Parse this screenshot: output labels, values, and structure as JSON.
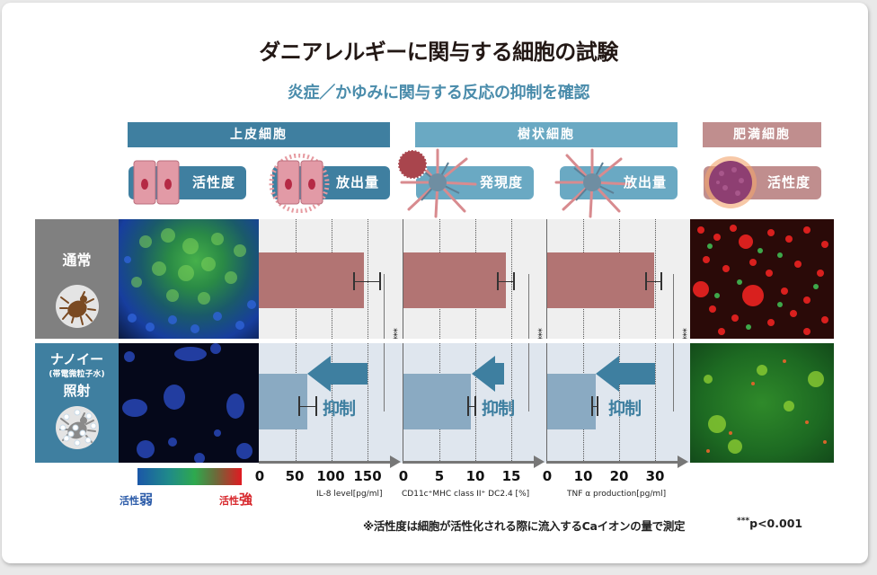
{
  "title": "ダニアレルギーに関与する細胞の試験",
  "subtitle": "炎症／かゆみに関与する反応の抑制を確認",
  "groups": [
    {
      "label": "上皮細胞",
      "color": "#3f7fa0"
    },
    {
      "label": "樹状細胞",
      "color": "#6aa9c3"
    },
    {
      "label": "肥満細胞",
      "color": "#c08e8e"
    }
  ],
  "pills": [
    {
      "label": "活性度",
      "group": "上皮細胞",
      "icon": "epithelial-cell-icon"
    },
    {
      "label": "放出量",
      "group": "上皮細胞",
      "icon": "epithelial-cell-release-icon"
    },
    {
      "label": "発現度",
      "group": "樹状細胞",
      "icon": "dendritic-cell-expression-icon"
    },
    {
      "label": "放出量",
      "group": "樹状細胞",
      "icon": "dendritic-cell-release-icon"
    },
    {
      "label": "活性度",
      "group": "肥満細胞",
      "icon": "mast-cell-icon"
    }
  ],
  "rows": {
    "normal": {
      "label": "通常",
      "icon": "mite-icon",
      "bg": "#808080"
    },
    "nanoe": {
      "label_main": "ナノイー",
      "label_sub": "(帯電微粒子水)",
      "label_bottom": "照射",
      "icon": "mite-with-particles-icon",
      "bg": "#3f7fa0"
    }
  },
  "suppression_label": "抑制",
  "significance": "***",
  "legend": {
    "weak_prefix": "活性",
    "weak": "弱",
    "strong_prefix": "活性",
    "strong": "強"
  },
  "footnote": "※活性度は細胞が活性化される際に流入するCaイオンの量で測定",
  "pvalue": {
    "stars": "***",
    "text": "p<0.001"
  },
  "colors": {
    "normal_bar": "#b27473",
    "nanoe_bar": "#8aaac2",
    "arrow": "#3e7fa0",
    "normal_bg": "#efefef",
    "nanoe_bg": "#dfe6ee"
  },
  "chart_data": [
    {
      "type": "bar",
      "orientation": "horizontal",
      "title": "上皮細胞 放出量",
      "categories": [
        "通常",
        "ナノイー(帯電微粒子水)照射"
      ],
      "values": [
        145,
        67
      ],
      "error": [
        12,
        8
      ],
      "xlabel": "IL-8 level[pg/ml]",
      "ticks": [
        "0",
        "50",
        "100",
        "150"
      ],
      "xlim": [
        0,
        180
      ],
      "significance": "***",
      "grid": true
    },
    {
      "type": "bar",
      "orientation": "horizontal",
      "title": "樹状細胞 発現度",
      "categories": [
        "通常",
        "ナノイー(帯電微粒子水)照射"
      ],
      "values": [
        14.2,
        9.4
      ],
      "error": [
        0.8,
        0.7
      ],
      "xlabel": "CD11c⁺MHC class II⁺ DC2.4 [%]",
      "ticks": [
        "0",
        "5",
        "10",
        "15"
      ],
      "xlim": [
        0,
        18
      ],
      "significance": "***",
      "grid": true
    },
    {
      "type": "bar",
      "orientation": "horizontal",
      "title": "樹状細胞 放出量",
      "categories": [
        "通常",
        "ナノイー(帯電微粒子水)照射"
      ],
      "values": [
        30,
        13.5
      ],
      "error": [
        2,
        1
      ],
      "xlabel": "TNF α production[pg/ml]",
      "ticks": [
        "0",
        "10",
        "20",
        "30"
      ],
      "xlim": [
        0,
        36
      ],
      "significance": "***",
      "grid": true
    }
  ]
}
